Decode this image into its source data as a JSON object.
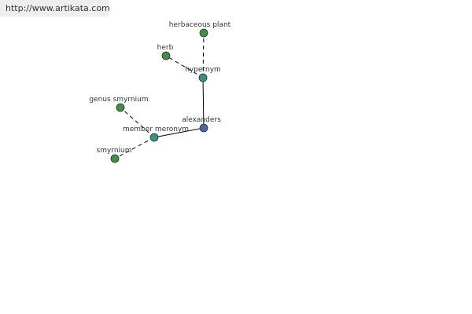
{
  "banner": {
    "url_text": "http://www.artikata.com"
  },
  "colors": {
    "root_node": "#5561a6",
    "relation_node": "#3b8e8a",
    "leaf_node": "#4a8a48",
    "edge": "#000000",
    "label": "#333333",
    "banner_bg": "#eeeeee"
  },
  "graph": {
    "nodes": [
      {
        "id": "alexanders",
        "label": "alexanders",
        "kind": "root"
      },
      {
        "id": "hypernym",
        "label": "hypernym",
        "kind": "relation"
      },
      {
        "id": "herbaceous-plant",
        "label": "herbaceous plant",
        "kind": "leaf"
      },
      {
        "id": "herb",
        "label": "herb",
        "kind": "leaf"
      },
      {
        "id": "member-meronym",
        "label": "member meronym",
        "kind": "relation"
      },
      {
        "id": "genus-smyrnium",
        "label": "genus smyrnium",
        "kind": "leaf"
      },
      {
        "id": "smyrnium",
        "label": "smyrnium",
        "kind": "leaf"
      }
    ],
    "edges": [
      {
        "from": "alexanders",
        "to": "hypernym",
        "style": "solid"
      },
      {
        "from": "alexanders",
        "to": "member-meronym",
        "style": "solid"
      },
      {
        "from": "hypernym",
        "to": "herbaceous-plant",
        "style": "dashed"
      },
      {
        "from": "hypernym",
        "to": "herb",
        "style": "dashed"
      },
      {
        "from": "member-meronym",
        "to": "genus-smyrnium",
        "style": "dashed"
      },
      {
        "from": "member-meronym",
        "to": "smyrnium",
        "style": "dashed"
      }
    ]
  }
}
